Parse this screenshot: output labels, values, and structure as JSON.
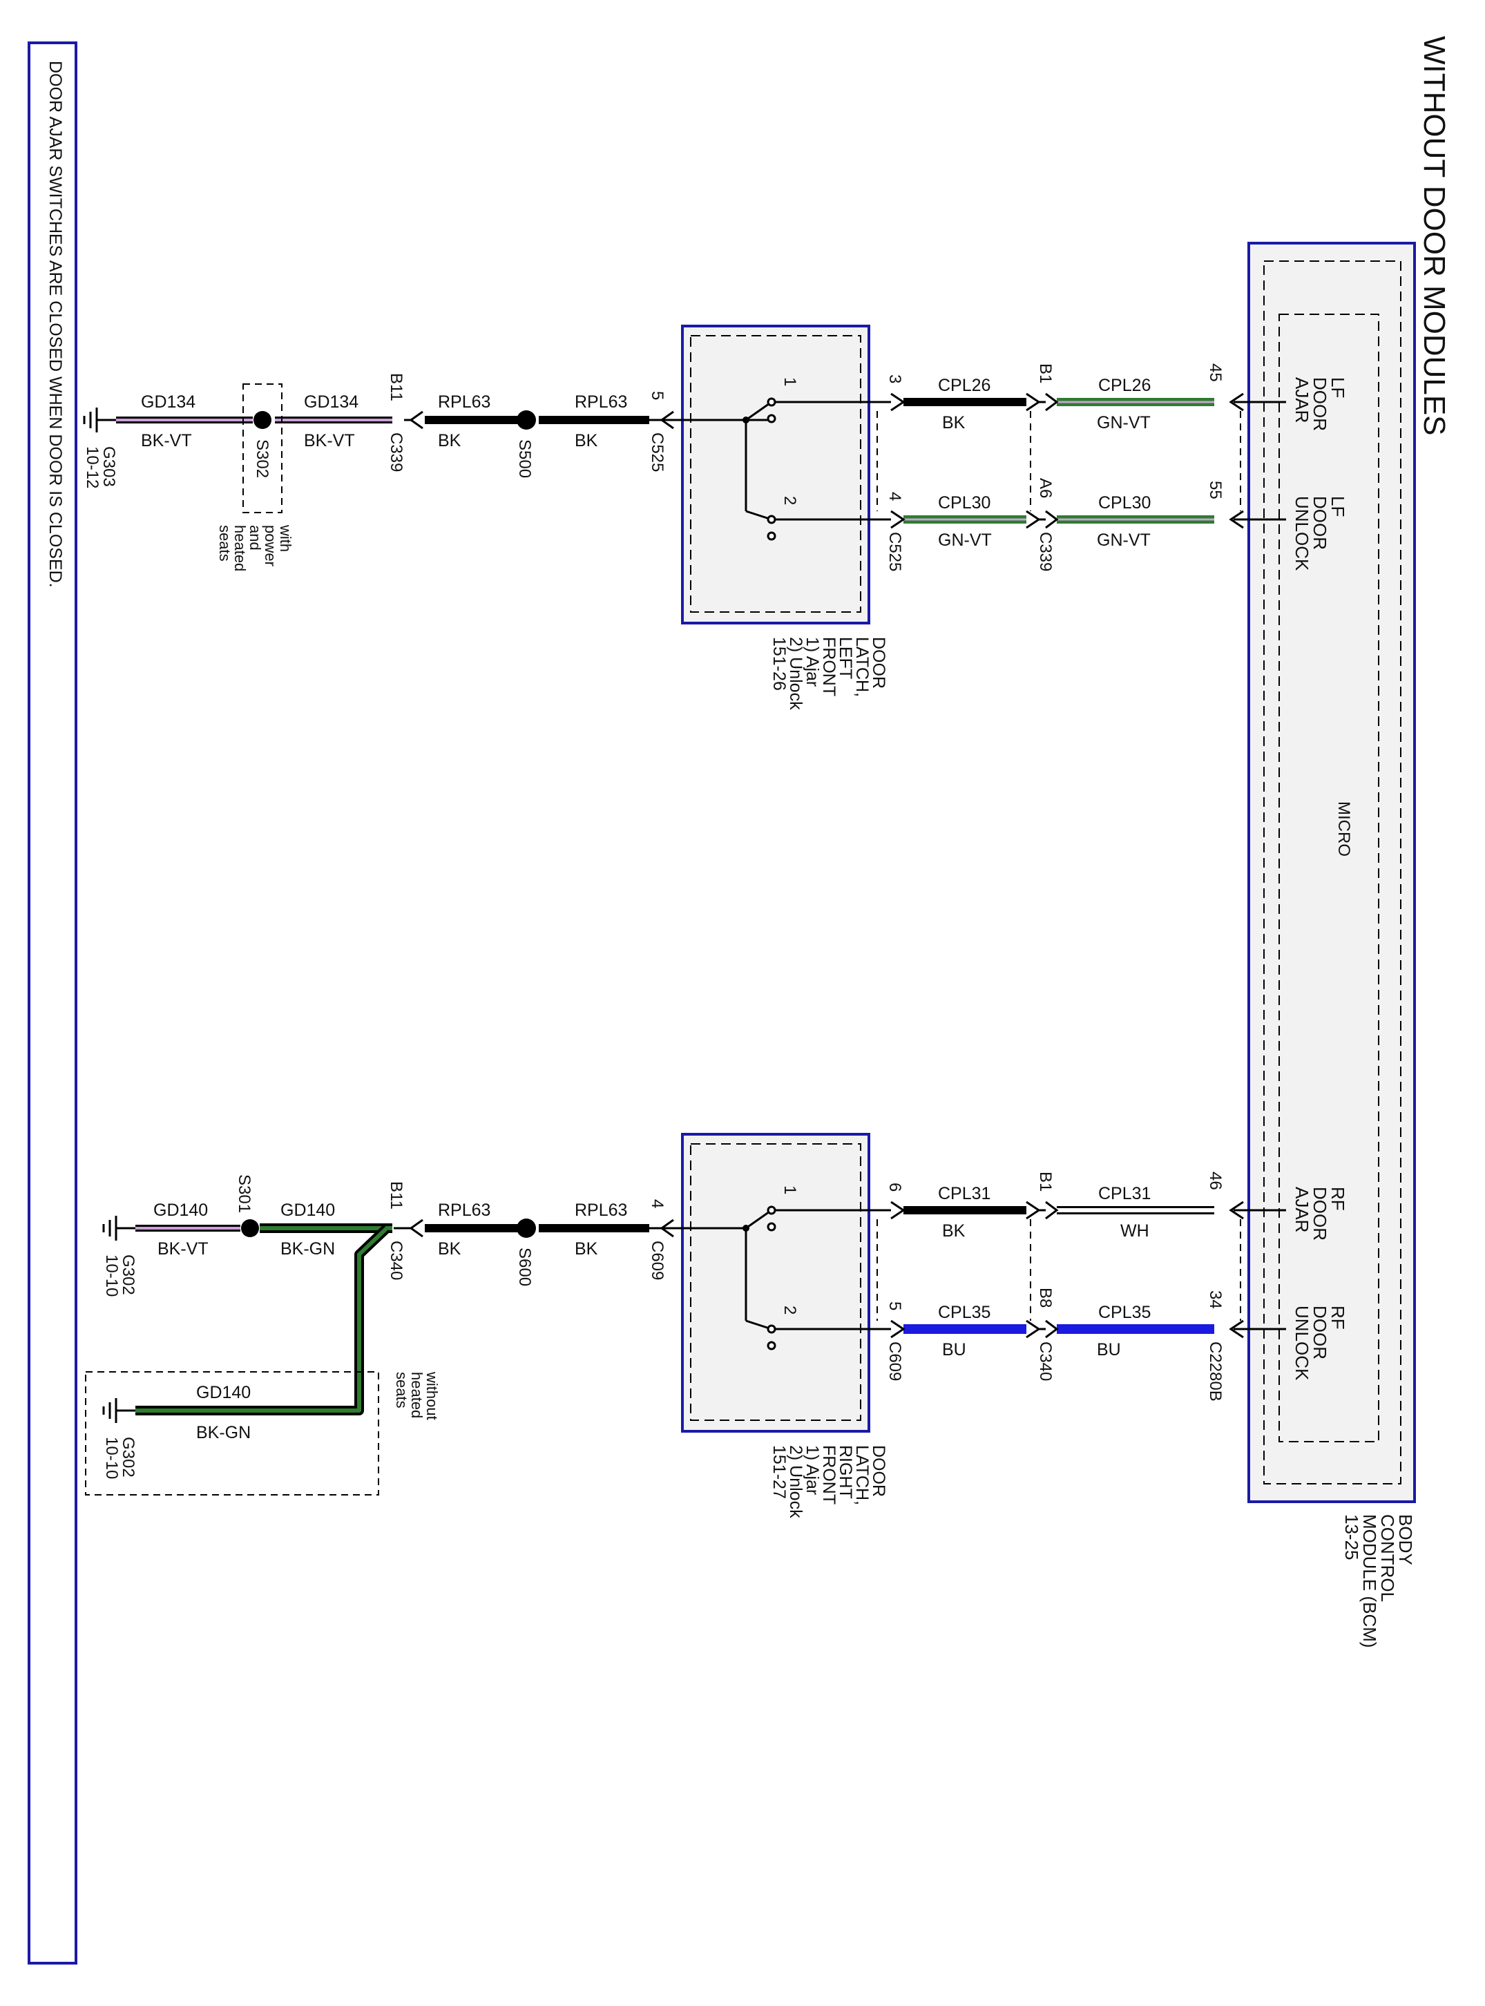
{
  "title": "WITHOUT DOOR MODULES",
  "footnote": "DOOR AJAR SWITCHES ARE CLOSED WHEN DOOR IS CLOSED.",
  "colors": {
    "frame": "#1a1aa8",
    "wire_black": "#000000",
    "wire_green": "#2e7d2e",
    "wire_violet": "#c9a0d8",
    "wire_blue": "#1a1ae0",
    "module_fill": "#f0f0f0"
  },
  "bcm": {
    "label_line1": "BODY",
    "label_line2": "CONTROL",
    "label_line3": "MODULE (BCM)",
    "label_line4": "13-25",
    "micro": "MICRO",
    "lf_ajar": [
      "LF",
      "DOOR",
      "AJAR"
    ],
    "lf_unlock": [
      "LF",
      "DOOR",
      "UNLOCK"
    ],
    "rf_ajar": [
      "RF",
      "DOOR",
      "AJAR"
    ],
    "rf_unlock": [
      "RF",
      "DOOR",
      "UNLOCK"
    ],
    "pin_lf_ajar": "45",
    "pin_lf_unlock": "55",
    "pin_rf_ajar": "46",
    "pin_rf_unlock": "34",
    "conn_rf_unlock": "C2280B"
  },
  "left_latch": {
    "label": [
      "DOOR",
      "LATCH,",
      "LEFT",
      "FRONT",
      "1) Ajar",
      "2) Unlock",
      "151-26"
    ],
    "sw1": "1",
    "sw2": "2",
    "pin_ajar": "3",
    "pin_unlock": "4",
    "conn_unlock": "C525",
    "pin_ground": "5",
    "conn_ground": "C525"
  },
  "right_latch": {
    "label": [
      "DOOR",
      "LATCH,",
      "RIGHT",
      "FRONT",
      "1) Ajar",
      "2) Unlock",
      "151-27"
    ],
    "sw1": "1",
    "sw2": "2",
    "pin_ajar": "6",
    "pin_unlock": "5",
    "conn_unlock": "C609",
    "pin_ground": "4",
    "conn_ground": "C609"
  },
  "wires": {
    "lf_ajar_outer": {
      "name": "CPL26",
      "color": "GN-VT"
    },
    "lf_ajar_inner": {
      "name": "CPL26",
      "color": "BK"
    },
    "lf_unlock_outer": {
      "name": "CPL30",
      "color": "GN-VT"
    },
    "lf_unlock_inner": {
      "name": "CPL30",
      "color": "GN-VT"
    },
    "rf_ajar_outer": {
      "name": "CPL31",
      "color": "WH"
    },
    "rf_ajar_inner": {
      "name": "CPL31",
      "color": "BK"
    },
    "rf_unlock_outer": {
      "name": "CPL35",
      "color": "BU"
    },
    "rf_unlock_inner": {
      "name": "CPL35",
      "color": "BU"
    },
    "lf_gnd_a": {
      "name": "RPL63",
      "color": "BK"
    },
    "lf_gnd_b": {
      "name": "RPL63",
      "color": "BK"
    },
    "lf_gnd_c": {
      "name": "GD134",
      "color": "BK-VT"
    },
    "lf_gnd_d": {
      "name": "GD134",
      "color": "BK-VT"
    },
    "rf_gnd_a": {
      "name": "RPL63",
      "color": "BK"
    },
    "rf_gnd_b": {
      "name": "RPL63",
      "color": "BK"
    },
    "rf_gnd_c": {
      "name": "GD140",
      "color": "BK-GN"
    },
    "rf_gnd_d": {
      "name": "GD140",
      "color": "BK-VT"
    },
    "rf_gnd_e": {
      "name": "GD140",
      "color": "BK-GN"
    }
  },
  "connectors": {
    "lf_ajar_inline_pin": "B1",
    "lf_unlock_inline_pin": "A6",
    "lf_unlock_inline": "C339",
    "rf_ajar_inline_pin": "B1",
    "rf_unlock_inline_pin": "B8",
    "rf_unlock_inline": "C340",
    "lf_gnd_pin": "B11",
    "lf_gnd_conn": "C339",
    "rf_gnd_pin": "B11",
    "rf_gnd_conn": "C340"
  },
  "splices": {
    "s500": "S500",
    "s302": "S302",
    "s302_note": [
      "with",
      "power",
      "and",
      "heated",
      "seats"
    ],
    "s600": "S600",
    "s301": "S301",
    "rf_option_note": [
      "without",
      "heated",
      "seats"
    ]
  },
  "grounds": {
    "g303": [
      "G303",
      "10-12"
    ],
    "g302a": [
      "G302",
      "10-10"
    ],
    "g302b": [
      "G302",
      "10-10"
    ]
  }
}
